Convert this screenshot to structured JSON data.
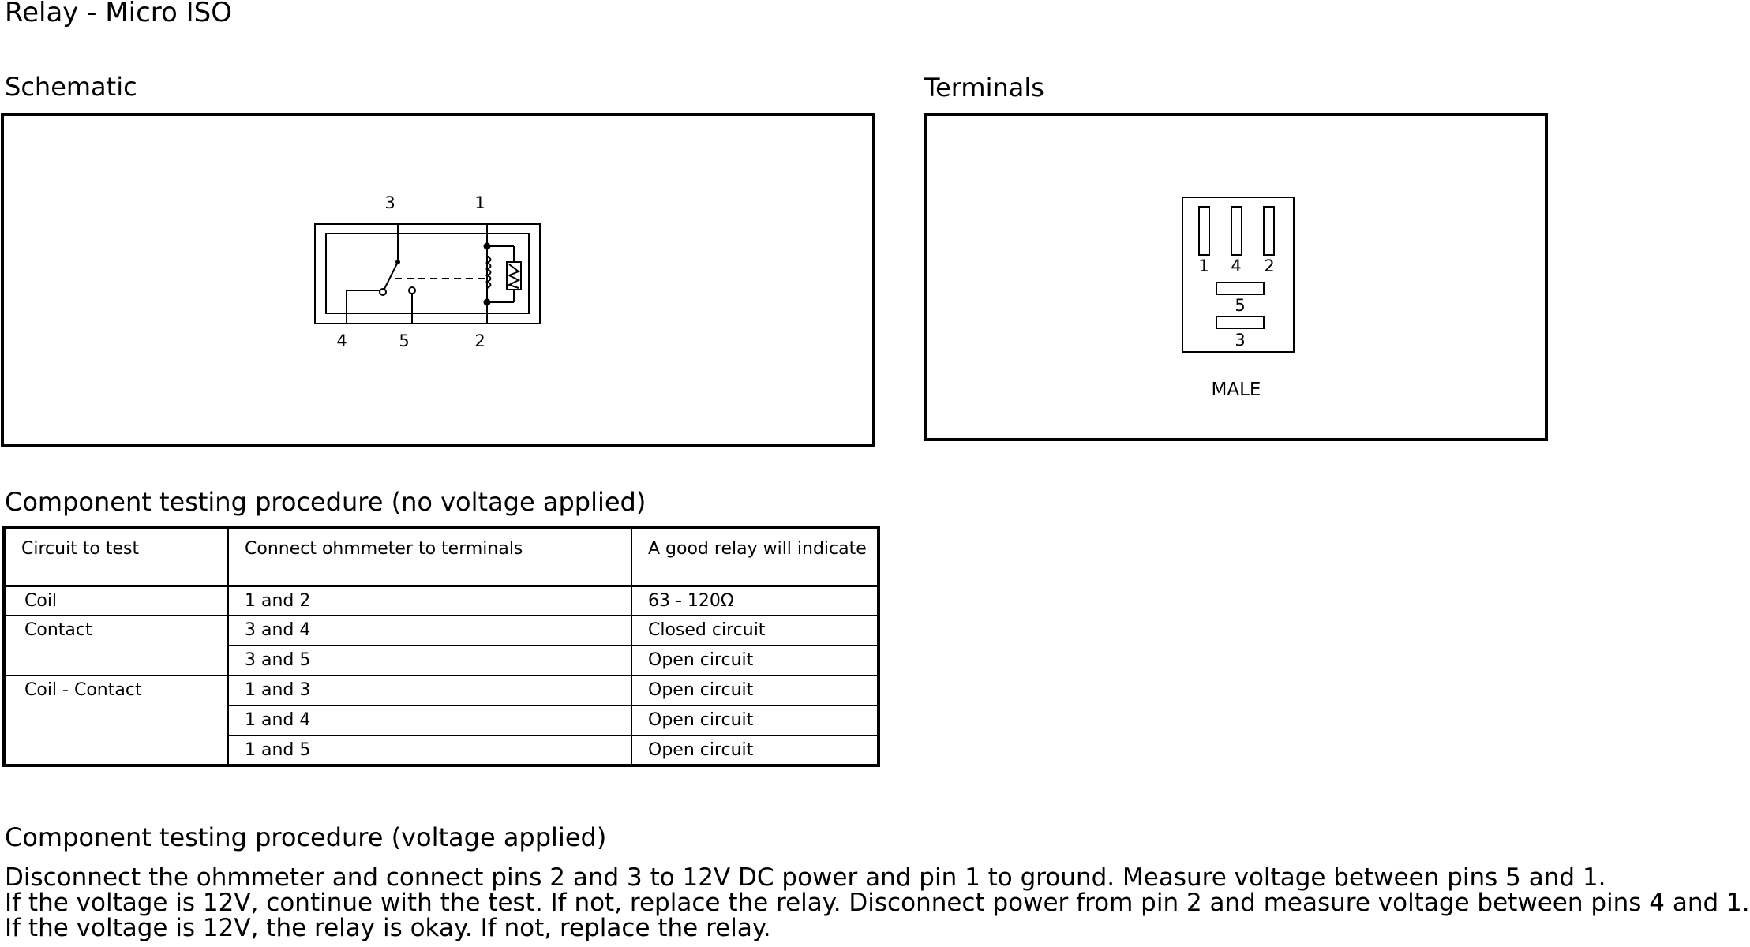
{
  "page_title": "Relay - Micro ISO",
  "schematic": {
    "heading": "Schematic",
    "pin_labels": {
      "top_left": "3",
      "top_right": "1",
      "bottom_left": "4",
      "bottom_mid": "5",
      "bottom_right": "2"
    }
  },
  "terminals": {
    "heading": "Terminals",
    "pin_labels": {
      "left": "1",
      "mid": "4",
      "right": "2",
      "center_upper": "5",
      "center_lower": "3"
    },
    "connector_type": "MALE"
  },
  "no_voltage": {
    "heading": "Component testing procedure (no voltage applied)",
    "headers": [
      "Circuit to test",
      "Connect ohmmeter to terminals",
      "A good relay will indicate"
    ],
    "rows": [
      {
        "circuit": "Coil",
        "terminals": "1 and 2",
        "indication": "63 - 120Ω"
      },
      {
        "circuit": "Contact",
        "terminals": "3 and 4",
        "indication": "Closed circuit"
      },
      {
        "circuit": "",
        "terminals": "3 and 5",
        "indication": "Open circuit"
      },
      {
        "circuit": "Coil - Contact",
        "terminals": "1 and 3",
        "indication": "Open circuit"
      },
      {
        "circuit": "",
        "terminals": "1 and 4",
        "indication": "Open circuit"
      },
      {
        "circuit": "",
        "terminals": "1 and 5",
        "indication": "Open circuit"
      }
    ]
  },
  "voltage": {
    "heading": "Component testing procedure (voltage applied)",
    "lines": [
      "Disconnect the ohmmeter and connect pins 2 and 3 to 12V DC power and pin 1 to ground. Measure voltage between pins 5 and 1.",
      "If the voltage is 12V, continue with the test. If not, replace the relay. Disconnect power from pin 2 and measure voltage between pins 4 and 1.",
      "If the voltage is 12V, the relay is okay. If not, replace the relay."
    ]
  }
}
